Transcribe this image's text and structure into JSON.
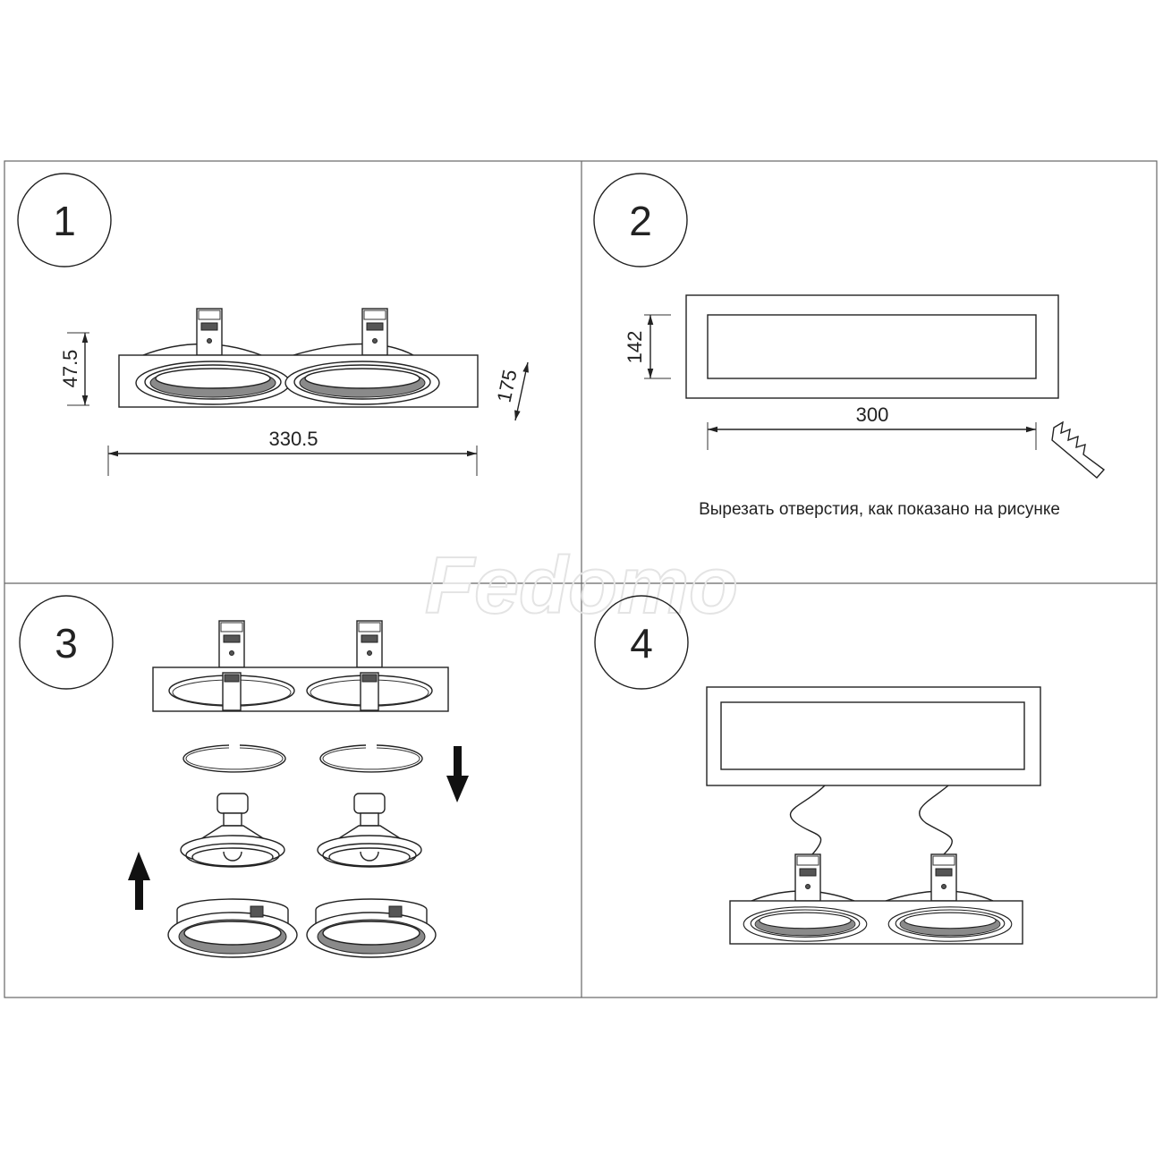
{
  "steps": [
    {
      "number": "1",
      "dimensions": {
        "height": "47.5",
        "depth": "175",
        "width": "330.5"
      }
    },
    {
      "number": "2",
      "dimensions": {
        "height": "142",
        "width": "300"
      },
      "caption": "Вырезать отверстия, как показано на рисунке"
    },
    {
      "number": "3"
    },
    {
      "number": "4"
    }
  ],
  "watermark": "Fedomo",
  "colors": {
    "line": "#222222",
    "background": "#ffffff",
    "grid": "#666666"
  }
}
